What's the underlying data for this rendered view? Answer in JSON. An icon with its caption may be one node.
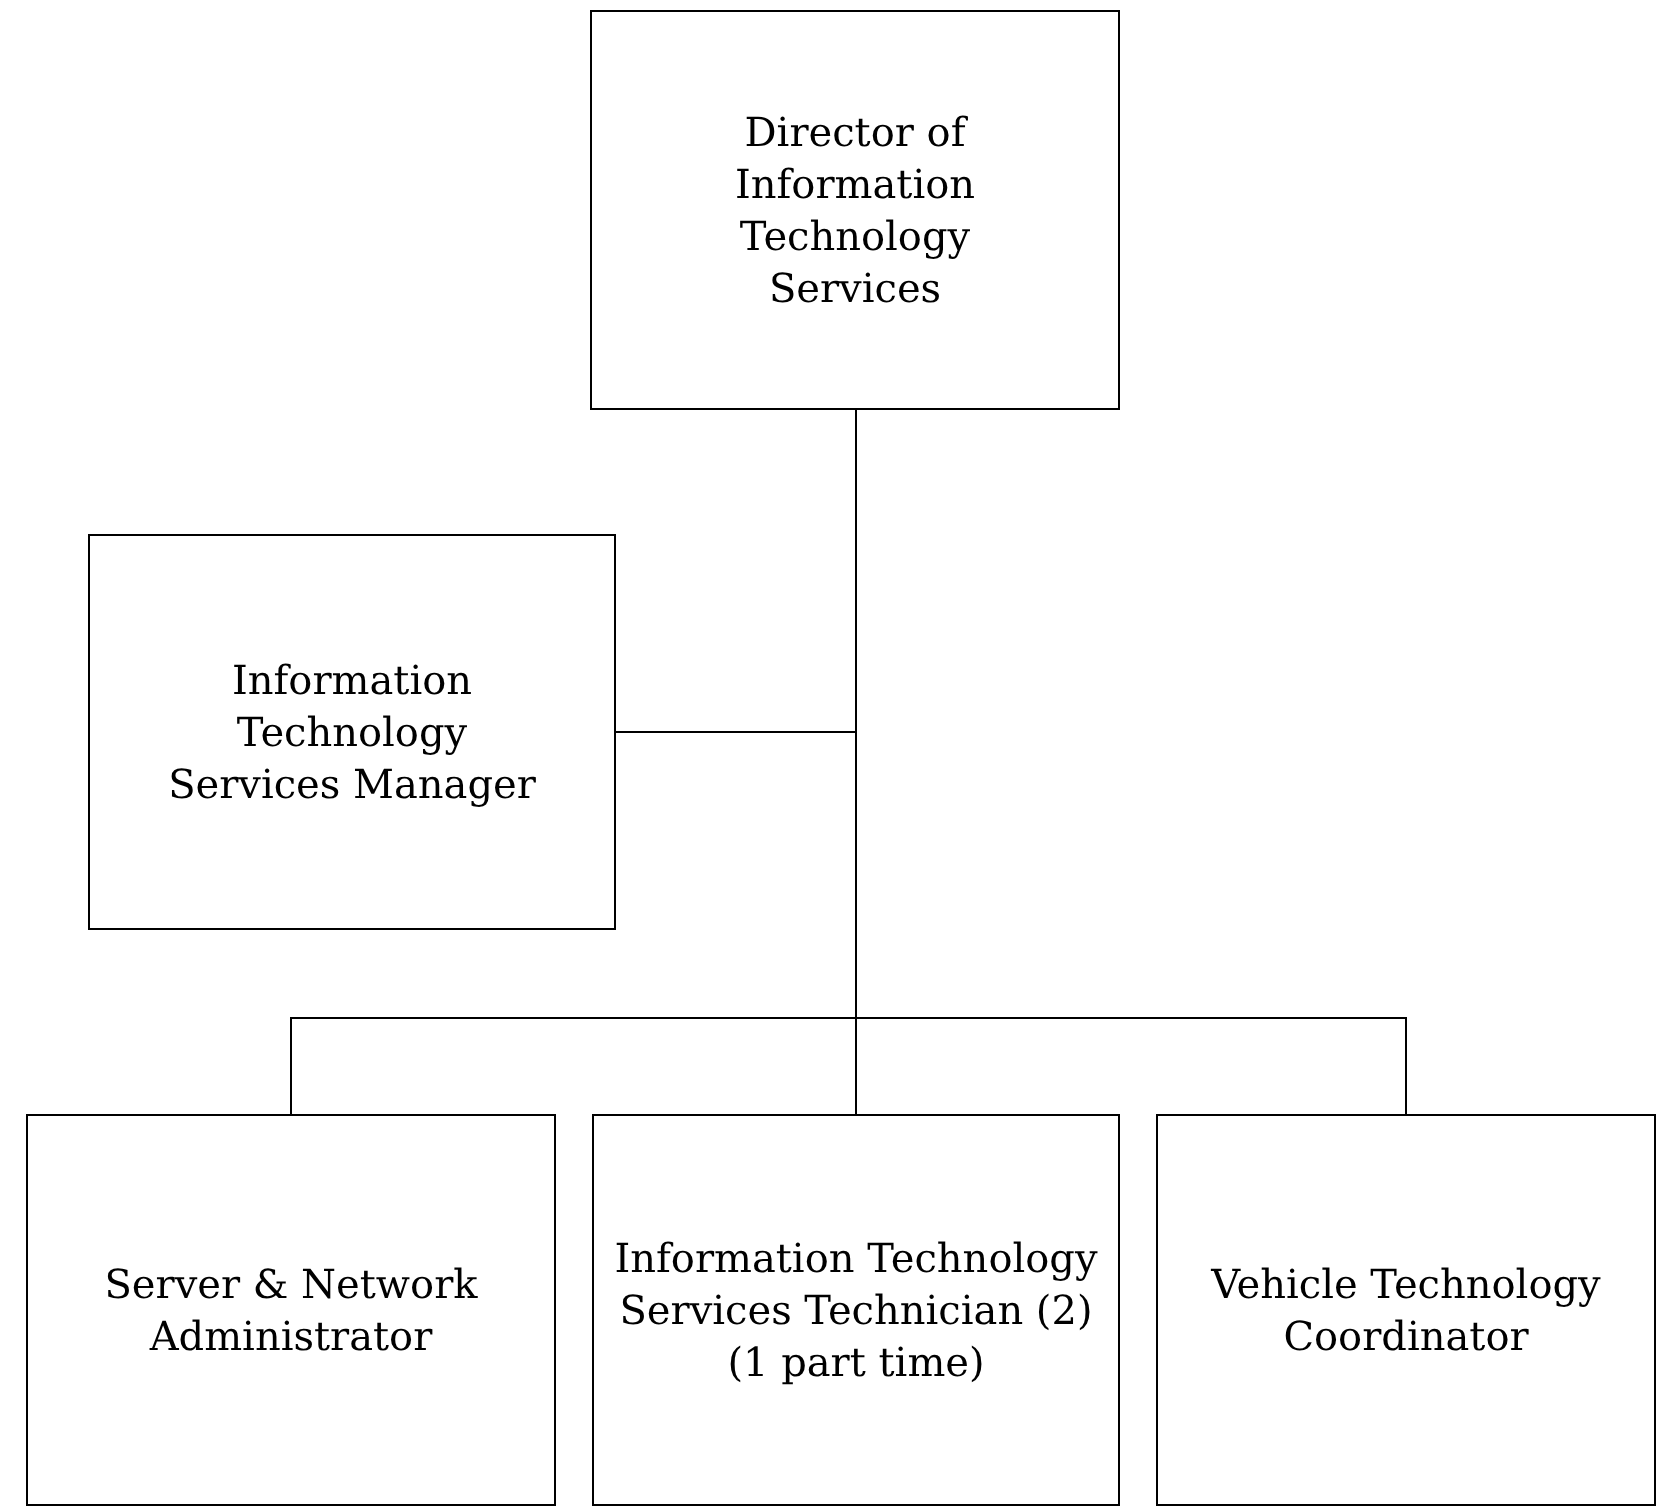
{
  "diagram": {
    "nodes": [
      {
        "text": [
          "Director of Information Technology Services"
        ]
      },
      {
        "text": [
          "Information Technology Services Manager"
        ]
      },
      {
        "text": [
          "Server & Network Administrator"
        ]
      },
      {
        "text": [
          "Information Technology Services Technician (2) (1 part time)"
        ]
      },
      {
        "text": [
          "Vehicle Technology Coordinator"
        ]
      }
    ],
    "edges": [
      {
        "from": 0,
        "to": 1,
        "arrow": "none"
      },
      {
        "from": 0,
        "to": 2,
        "arrow": "none"
      },
      {
        "from": 0,
        "to": 3,
        "arrow": "none"
      },
      {
        "from": 0,
        "to": 4,
        "arrow": "none"
      }
    ]
  }
}
